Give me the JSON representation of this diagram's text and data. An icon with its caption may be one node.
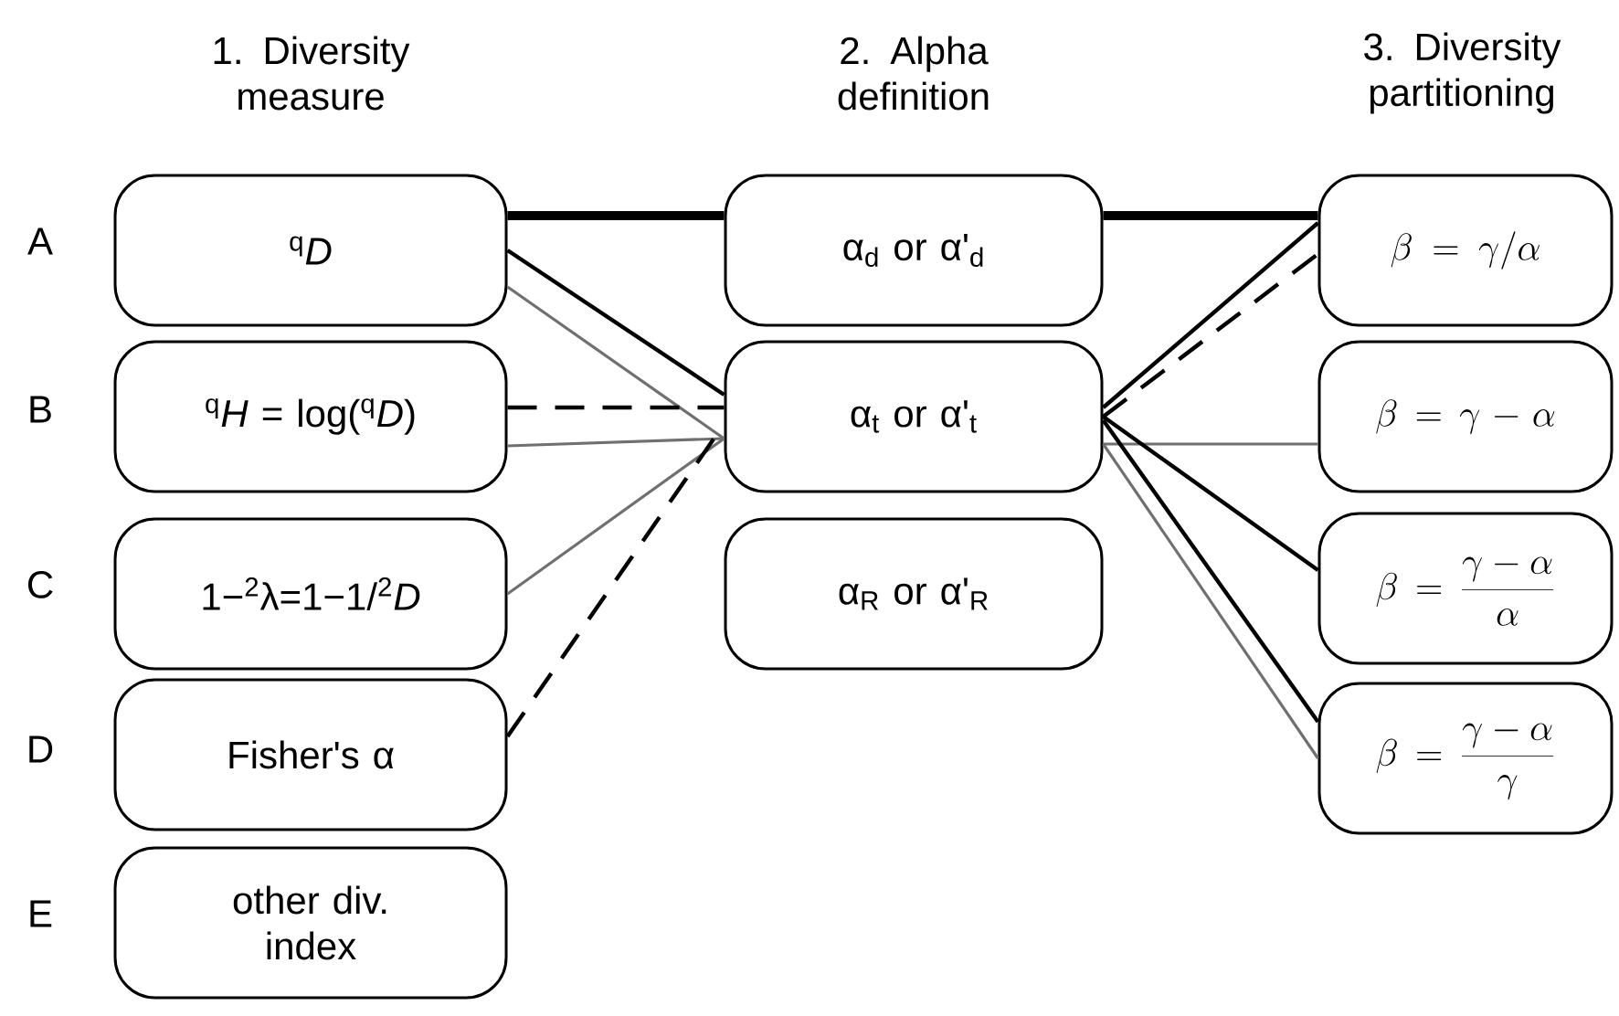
{
  "diagram": {
    "nodes": [
      {
        "text": [
          "$^{q}$*D*"
        ]
      },
      {
        "text": [
          "$^{q}$*H* = log($^{q}$*D*)"
        ]
      },
      {
        "text": [
          "1−$^{2}$λ=1−1/$^{2}$*D*"
        ]
      },
      {
        "text": [
          "Fisher's α"
        ]
      },
      {
        "text": [
          "other div. index"
        ]
      },
      {
        "text": [
          "α$_{d}$ or α'$_{d}$"
        ]
      },
      {
        "text": [
          "α$_{t}$ or α'$_{t}$"
        ]
      },
      {
        "text": [
          "α$_{R}$ or α'$_{R}$"
        ]
      },
      {
        "text": [
          "\\beta=\\gamma/\\alpha"
        ]
      },
      {
        "text": [
          "\\beta=\\gamma-\\alpha"
        ]
      },
      {
        "text": [
          "\\beta=\\frac{\\gamma-\\alpha}{\\alpha}"
        ]
      },
      {
        "text": [
          "\\beta=\\frac{\\gamma-\\alpha}{\\gamma}"
        ]
      }
    ],
    "edges": [
      {
        "from": 0,
        "to": 5,
        "arrow": "none",
        "style": "thick"
      },
      {
        "from": 0,
        "to": 6,
        "arrow": "none"
      },
      {
        "from": 0,
        "to": 6,
        "arrow": "none",
        "color": "#707070"
      },
      {
        "from": 1,
        "to": 6,
        "arrow": "none",
        "style": "dashed"
      },
      {
        "from": 1,
        "to": 6,
        "arrow": "none",
        "color": "#707070"
      },
      {
        "from": 2,
        "to": 6,
        "arrow": "none",
        "color": "#707070"
      },
      {
        "from": 3,
        "to": 6,
        "arrow": "none",
        "style": "dashed"
      },
      {
        "from": 5,
        "to": 8,
        "arrow": "none",
        "style": "thick"
      },
      {
        "from": 6,
        "to": 8,
        "arrow": "none"
      },
      {
        "from": 6,
        "to": 8,
        "arrow": "none",
        "style": "dashed"
      },
      {
        "from": 6,
        "to": 9,
        "arrow": "none",
        "color": "#707070"
      },
      {
        "from": 6,
        "to": 10,
        "arrow": "none"
      },
      {
        "from": 6,
        "to": 11,
        "arrow": "none"
      },
      {
        "from": 6,
        "to": 11,
        "arrow": "none",
        "color": "#707070"
      }
    ],
    "labels": [
      "1. Diversity measure",
      "2. Alpha definition",
      "3. Diversity partitioning",
      "A",
      "B",
      "C",
      "D",
      "E"
    ]
  }
}
